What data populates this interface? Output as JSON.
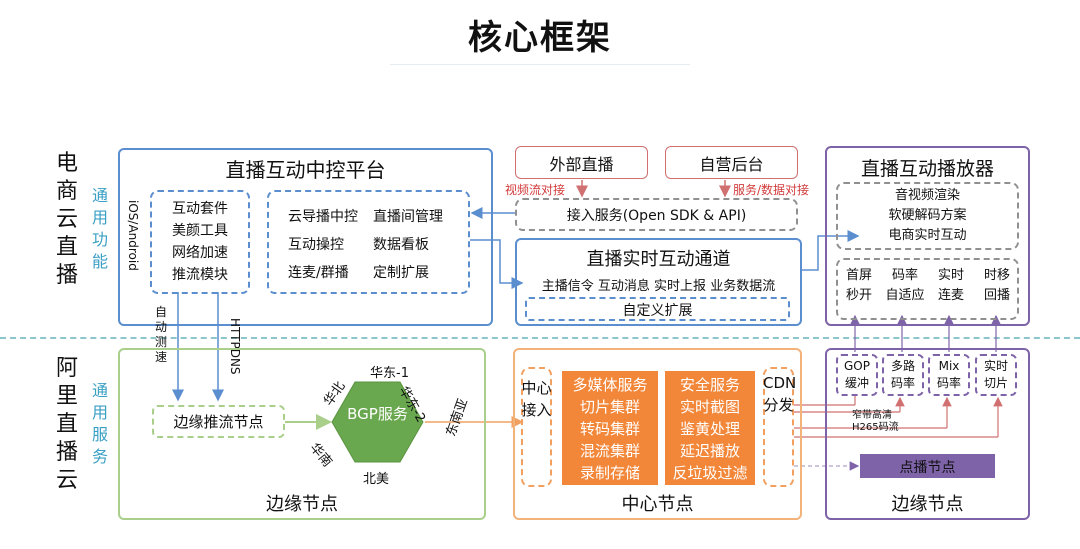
{
  "title": "核心框架",
  "left_labels": {
    "top": {
      "main": "电商云直播",
      "sub": "通用功能"
    },
    "bottom": {
      "main": "阿里直播云",
      "sub": "通用服务"
    }
  },
  "control_platform": {
    "title": "直播互动中控平台",
    "sdk_label": "iOS/Android",
    "sdk_items": [
      "互动套件",
      "美颜工具",
      "网络加速",
      "推流模块"
    ],
    "features": [
      [
        "云导播中控",
        "直播间管理"
      ],
      [
        "互动操控",
        "数据看板"
      ],
      [
        "连麦/群播",
        "定制扩展"
      ]
    ]
  },
  "external_live": "外部直播",
  "self_backend": "自营后台",
  "video_stream_label": "视频流对接",
  "service_data_label": "服务/数据对接",
  "access_service": "接入服务(Open SDK & API)",
  "channel": {
    "title": "直播实时互动通道",
    "items": "主播信令 互动消息 实时上报 业务数据流",
    "custom": "自定义扩展"
  },
  "player": {
    "title": "直播互动播放器",
    "features": [
      "音视频渲染",
      "软硬解码方案",
      "电商实时互动"
    ],
    "cells": [
      [
        "首屏",
        "秒开"
      ],
      [
        "码率",
        "自适应"
      ],
      [
        "实时",
        "连麦"
      ],
      [
        "时移",
        "回播"
      ]
    ]
  },
  "auto_speed_label": "自动测速",
  "httpdns_label": "HTTPDNS",
  "edge_left": {
    "push_node": "边缘推流节点",
    "bgp": "BGP服务",
    "regions": [
      "华东-1",
      "华东-2",
      "华南",
      "北美",
      "华北",
      "东南亚"
    ],
    "caption": "边缘节点"
  },
  "center": {
    "access": "中心接入",
    "media": [
      "多媒体服务",
      "切片集群",
      "转码集群",
      "混流集群",
      "录制存储"
    ],
    "security": [
      "安全服务",
      "实时截图",
      "鉴黄处理",
      "延迟播放",
      "反垃圾过滤"
    ],
    "cdn": "CDN分发",
    "caption": "中心节点"
  },
  "edge_right": {
    "cells": [
      [
        "GOP",
        "缓冲"
      ],
      [
        "多路",
        "码率"
      ],
      [
        "Mix",
        "码率"
      ],
      [
        "实时",
        "切片"
      ]
    ],
    "narrowband": "窄带高清",
    "h265": "H265码流",
    "play_node": "点播节点",
    "caption": "边缘节点"
  },
  "colors": {
    "blue": "#5b8ecf",
    "purple": "#7e63a9",
    "green": "#a9cf8a",
    "orange": "#f2873a",
    "hex": "#6aa84f",
    "red": "#d07070"
  }
}
